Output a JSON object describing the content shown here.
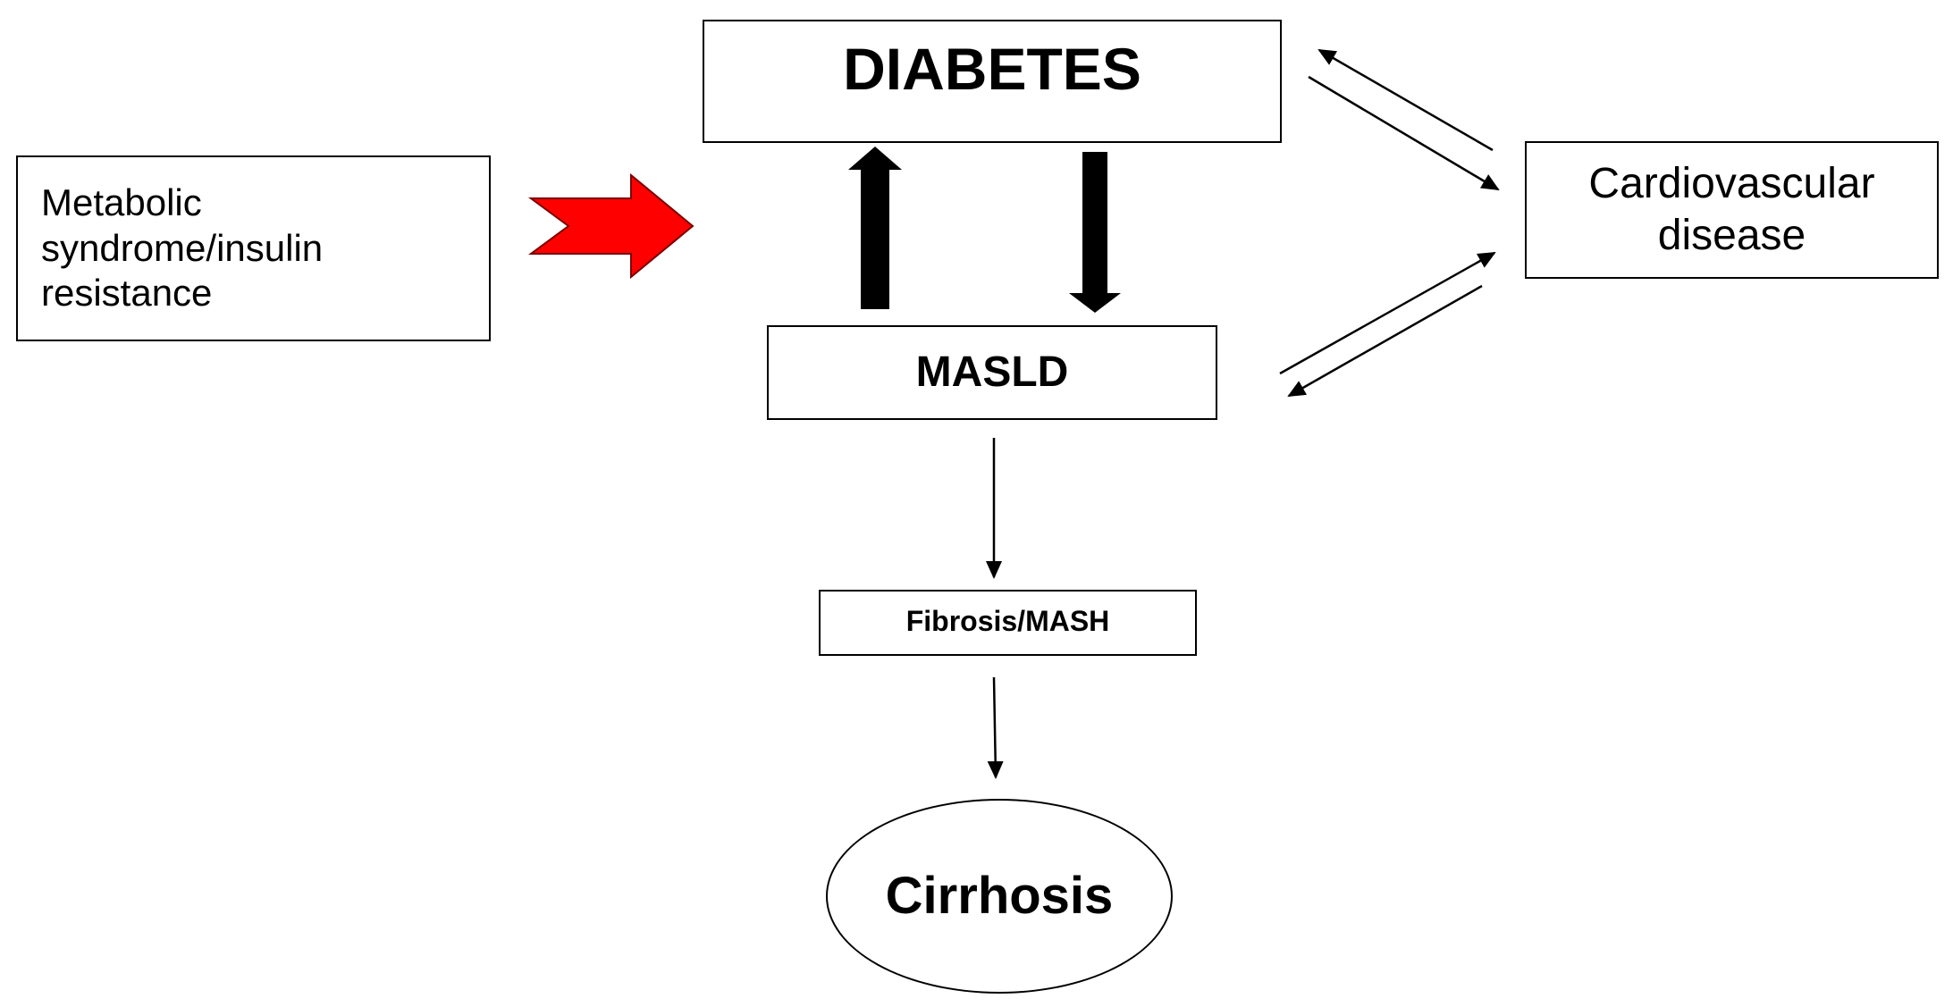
{
  "nodes": {
    "diabetes": "DIABETES",
    "metabolic": "Metabolic\nsyndrome/insulin\nresistance",
    "cardiovascular": "Cardiovascular\ndisease",
    "masld": "MASLD",
    "fibrosis": "Fibrosis/MASH",
    "cirrhosis": "Cirrhosis"
  },
  "colors": {
    "red_arrow": "#ff0000",
    "line": "#000000"
  }
}
